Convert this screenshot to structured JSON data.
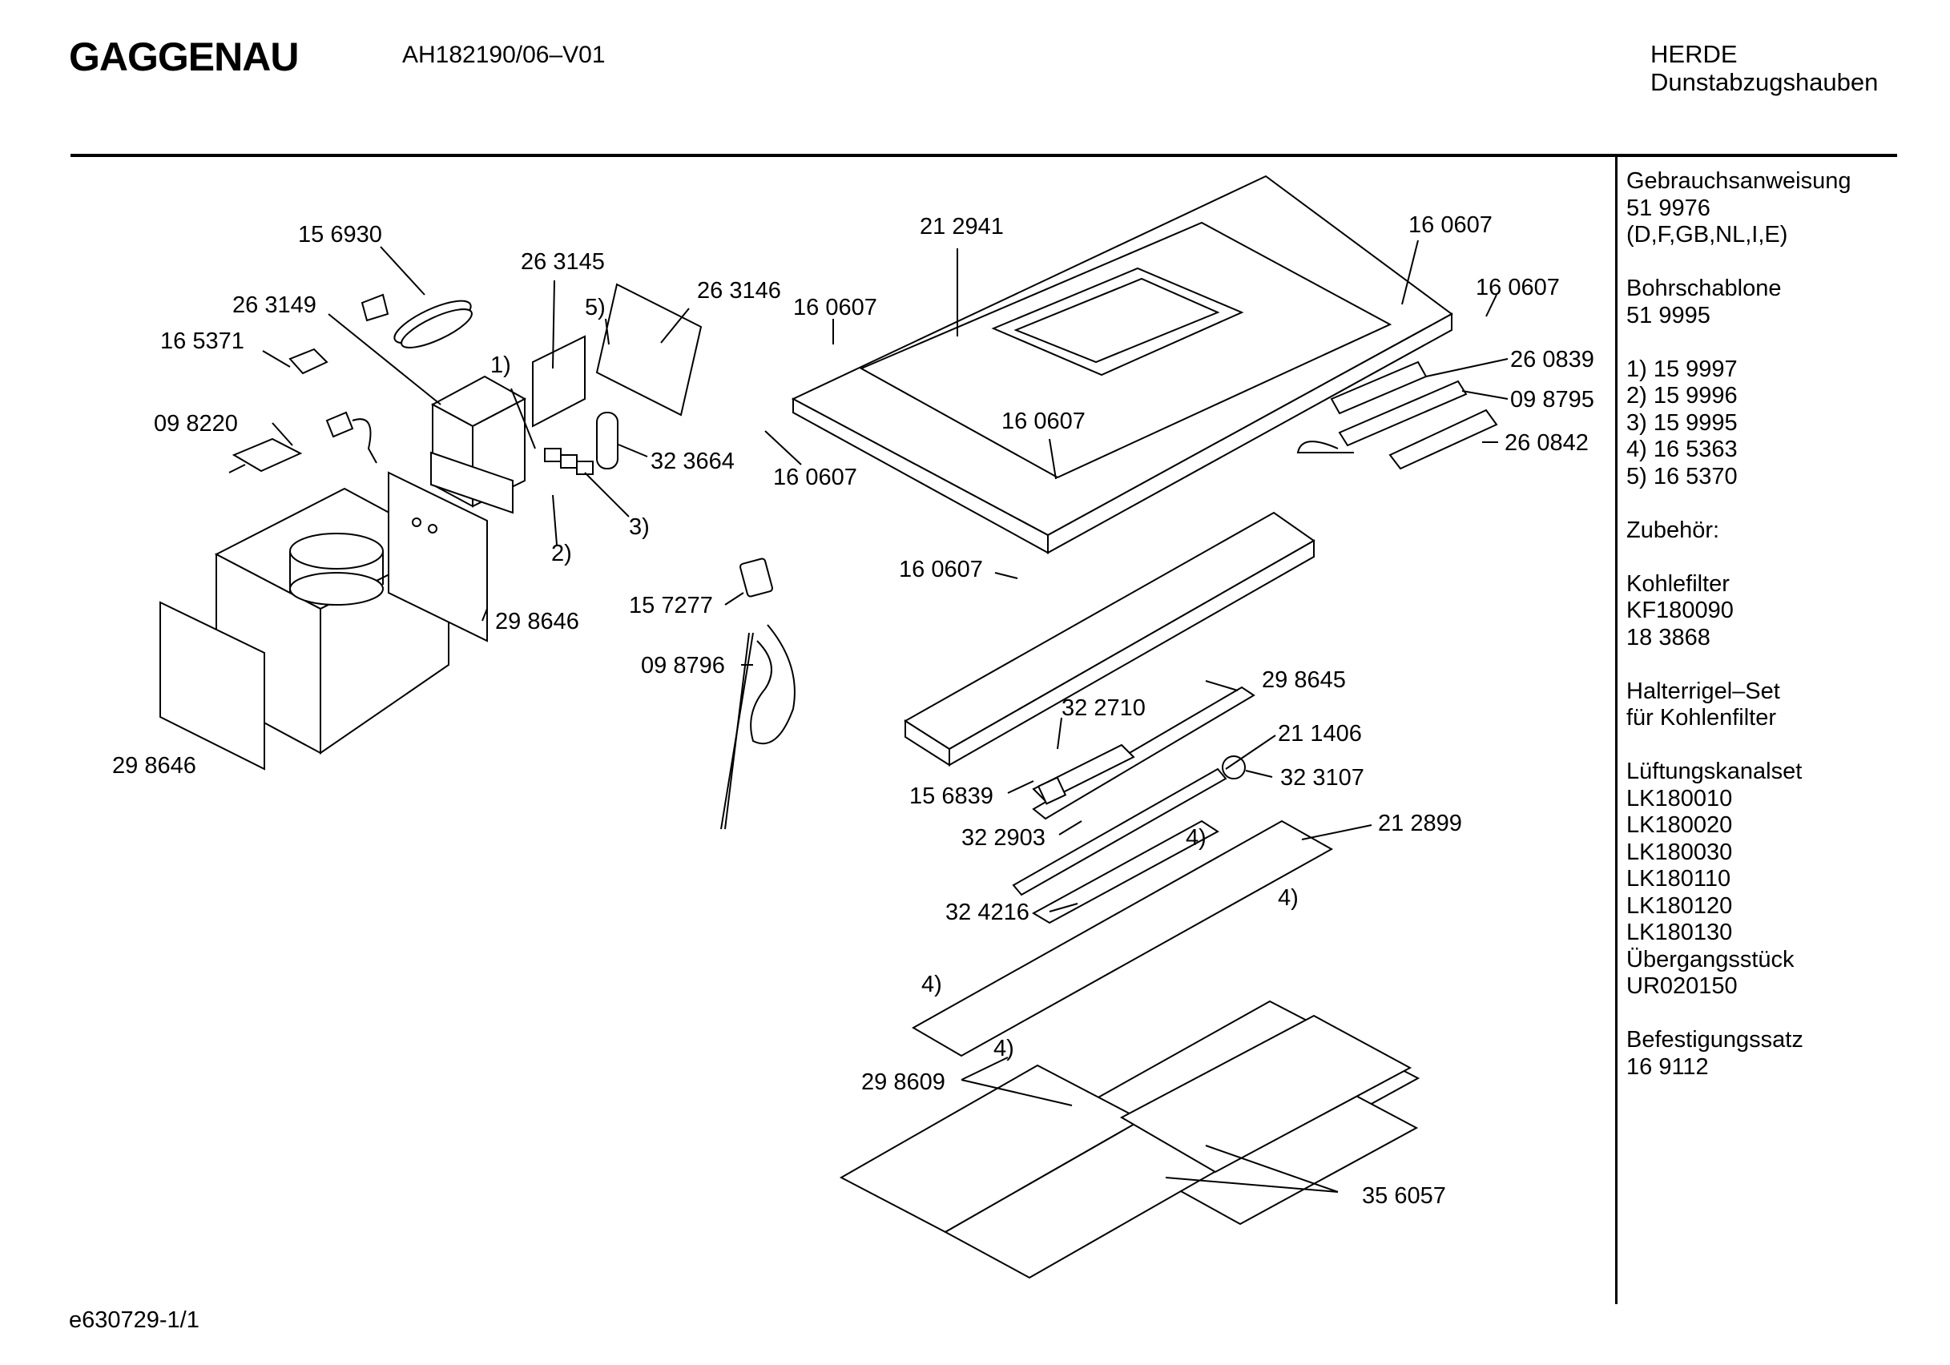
{
  "header": {
    "brand": "GAGGENAU",
    "model": "AH182190/06–V01",
    "category": "HERDE",
    "subcategory": "Dunstabzugshauben"
  },
  "footer": {
    "doc_id": "e630729-1/1"
  },
  "sidebar": [
    "Gebrauchsanweisung",
    "51 9976",
    "(D,F,GB,NL,I,E)",
    "",
    "Bohrschablone",
    "51 9995",
    "",
    "1)  15 9997",
    "2)  15 9996",
    "3)  15 9995",
    "4)  16 5363",
    "5)  16 5370",
    "",
    "Zubehör:",
    "",
    "Kohlefilter",
    "KF180090",
    "18 3868",
    "",
    "Halterrigel–Set",
    "für Kohlenfilter",
    "",
    "Lüftungskanalset",
    "LK180010",
    "LK180020",
    "LK180030",
    "LK180110",
    "LK180120",
    "LK180130",
    "Übergangsstück",
    "UR020150",
    "",
    "Befestigungssatz",
    "16 9112"
  ],
  "callouts": [
    "15 6930",
    "26 3145",
    "26 3149",
    "16 5371",
    "5)",
    "26 3146",
    "16 0607",
    "1)",
    "09 8220",
    "32 3664",
    "3)",
    "2)",
    "29 8646",
    "29 8646",
    "15 7277",
    "09 8796",
    "21 2941",
    "16 0607",
    "16 0607",
    "26 0839",
    "09 8795",
    "26 0842",
    "16 0607",
    "16 0607",
    "16 0607",
    "29 8645",
    "32 2710",
    "21 1406",
    "15 6839",
    "32 3107",
    "32 2903",
    "4)",
    "21 2899",
    "4)",
    "32 4216",
    "4)",
    "4)",
    "29 8609",
    "35 6057"
  ]
}
